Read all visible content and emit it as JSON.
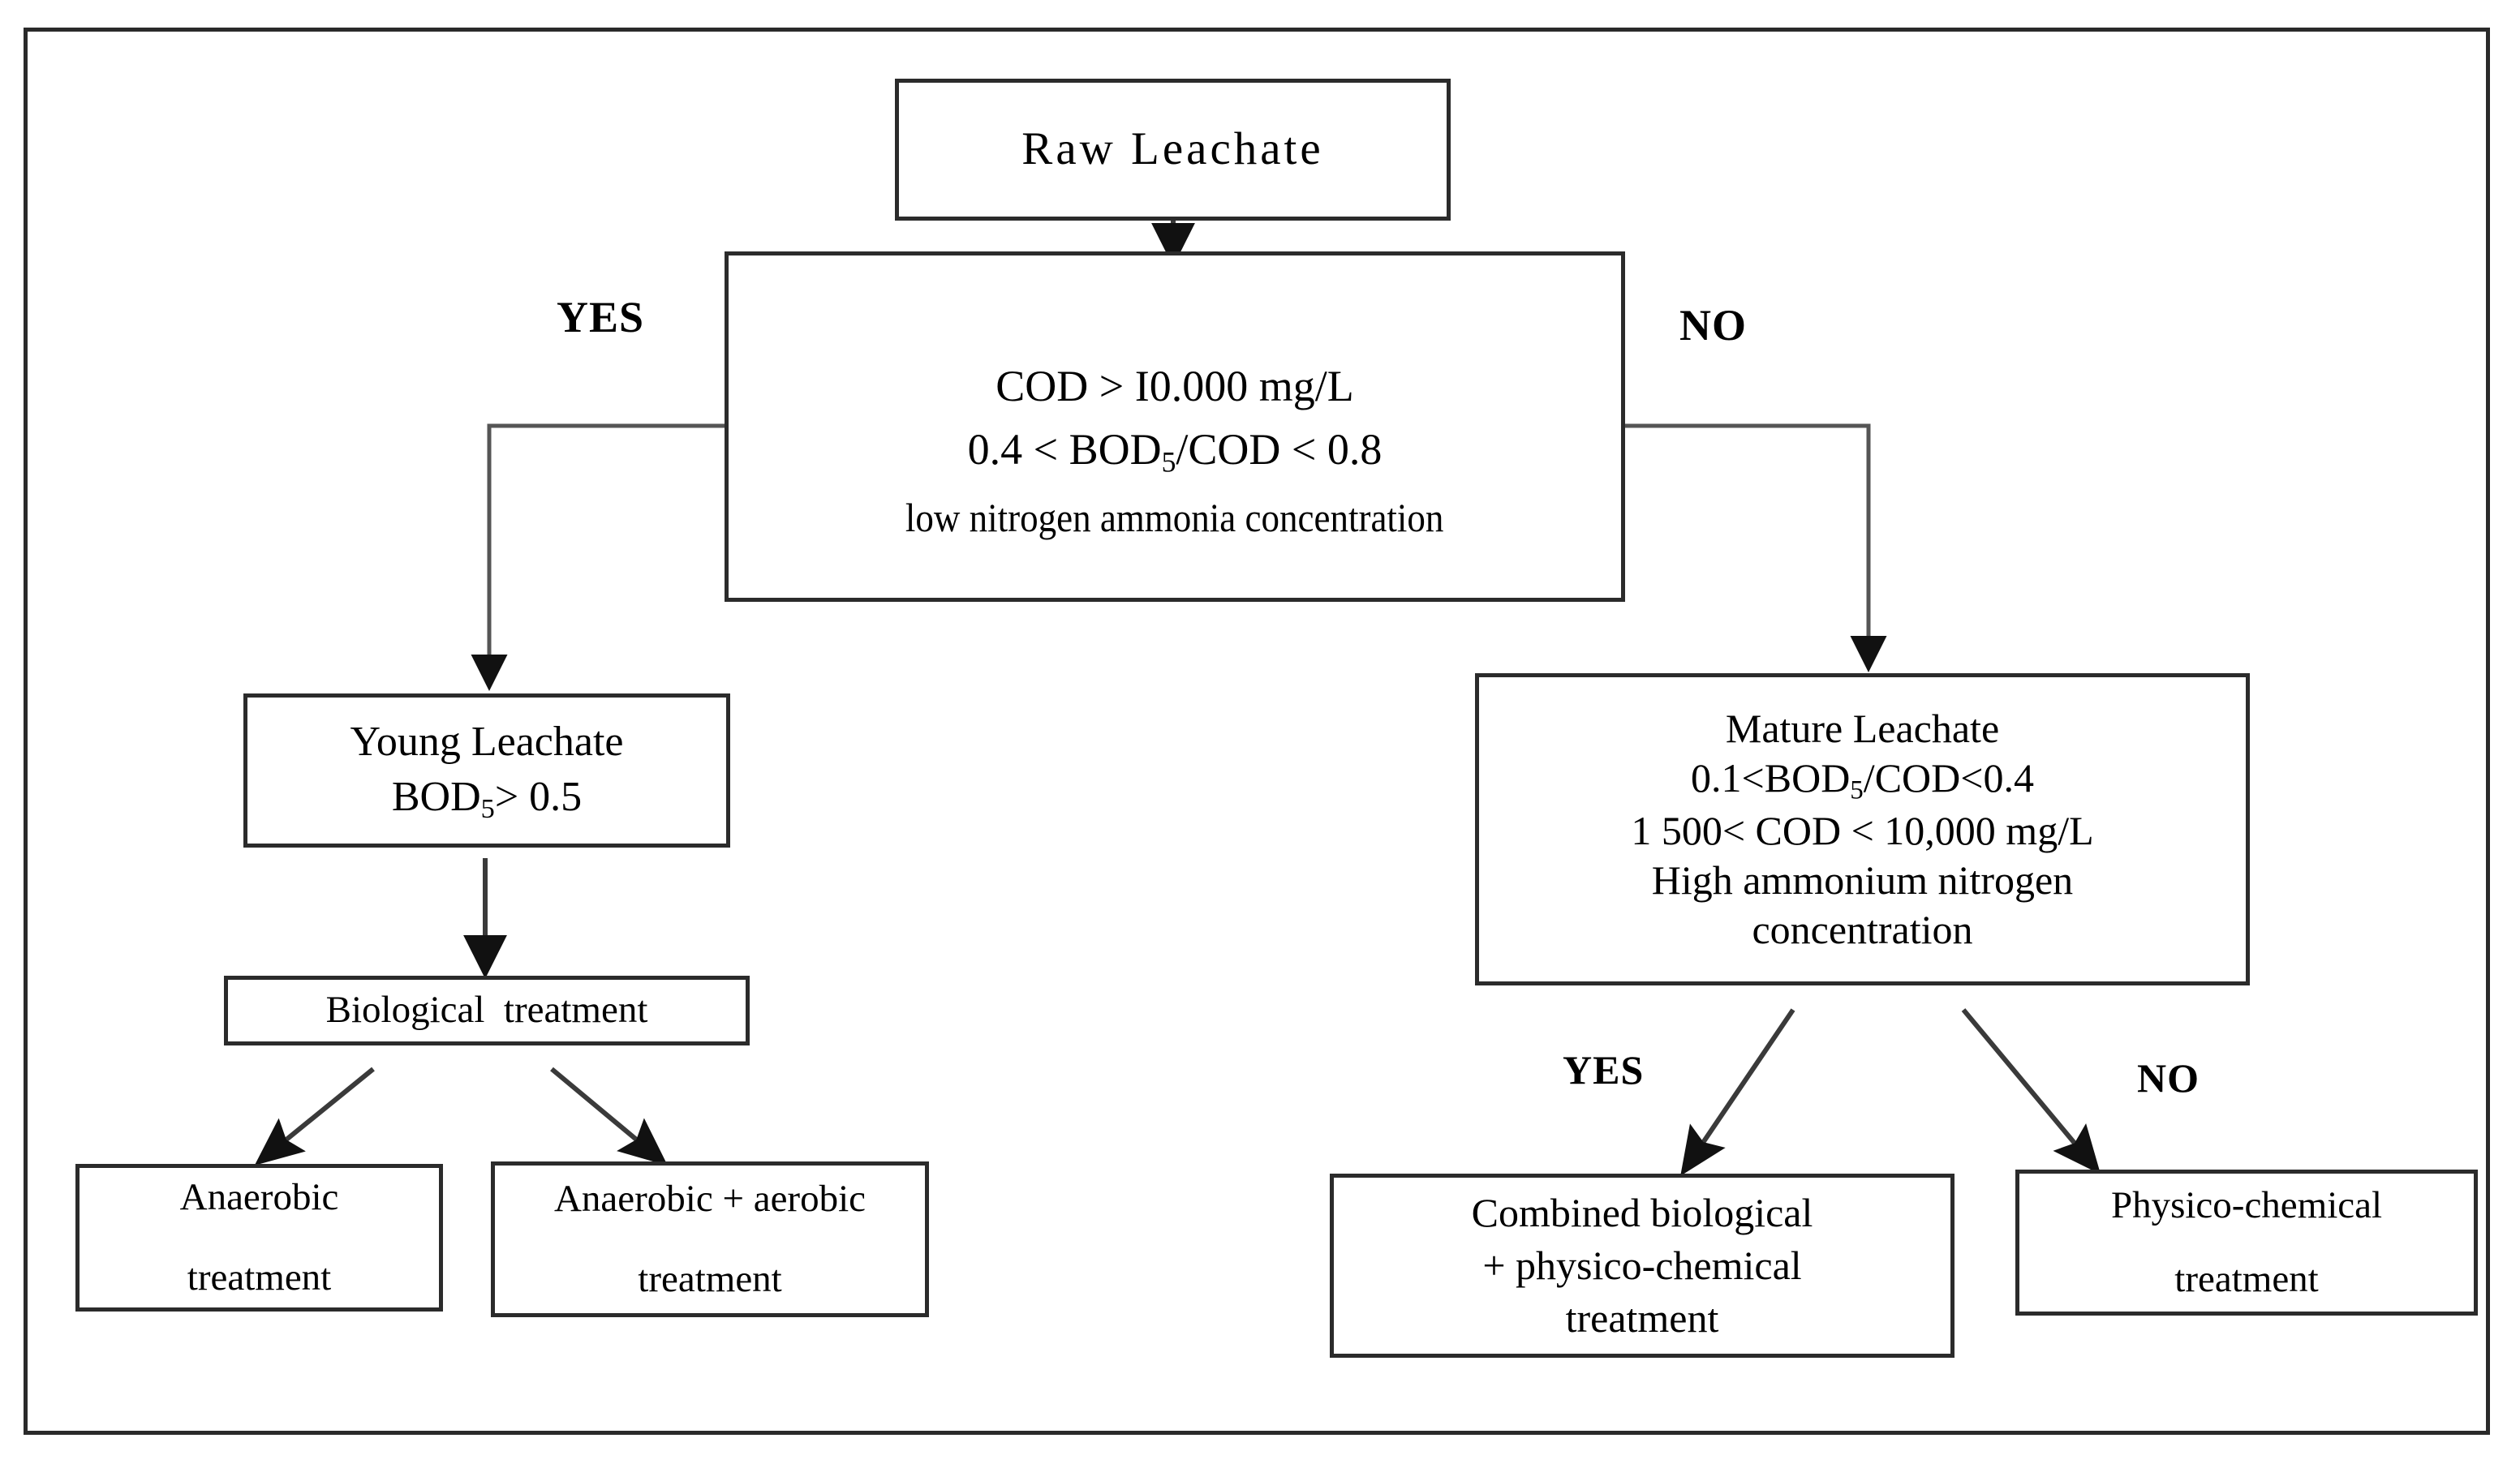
{
  "diagram": {
    "title": "Leachate treatment selection flowchart",
    "stroke_color": "#2b2b2b",
    "background_color": "#ffffff",
    "text_color": "#000000"
  },
  "nodes": {
    "raw": {
      "label": "Raw Leachate"
    },
    "decision": {
      "cond1": "COD > I0.000 mg/L",
      "cond2_a": "0.4 < BOD",
      "cond2_sub": "5",
      "cond2_b": "/COD < 0.8",
      "cond3": "low nitrogen ammonia concentration"
    },
    "young": {
      "title": "Young Leachate",
      "cond_a": "BOD",
      "cond_sub": "5",
      "cond_b": "> 0.5"
    },
    "mature": {
      "title": "Mature Leachate",
      "cond1_a": "0.1<BOD",
      "cond1_sub": "5",
      "cond1_b": "/COD<0.4",
      "cond2": "1 500< COD < 10,000 mg/L",
      "cond3": "High ammonium nitrogen",
      "cond4": "concentration"
    },
    "biological": {
      "label": "Biological  treatment"
    },
    "anaerobic": {
      "line1": "Anaerobic",
      "line2": "treatment"
    },
    "anaerobic_aerobic": {
      "line1": "Anaerobic + aerobic",
      "line2": "treatment"
    },
    "combined": {
      "line1": "Combined biological",
      "line2": "+ physico-chemical",
      "line3": "treatment"
    },
    "physico": {
      "line1": "Physico-chemical",
      "line2": "treatment"
    }
  },
  "branch_labels": {
    "yes_top": "YES",
    "no_top": "NO",
    "yes_bottom": "YES",
    "no_bottom": "NO"
  },
  "edges": [
    {
      "name": "raw-to-decision",
      "from": "raw",
      "to": "decision",
      "kind": "straight-down"
    },
    {
      "name": "decision-yes-to-young",
      "from": "decision",
      "to": "young",
      "kind": "elbow-left",
      "label": "YES"
    },
    {
      "name": "decision-no-to-mature",
      "from": "decision",
      "to": "mature",
      "kind": "elbow-right",
      "label": "NO"
    },
    {
      "name": "young-to-biological",
      "from": "young",
      "to": "biological",
      "kind": "straight-down"
    },
    {
      "name": "biological-to-anaerobic",
      "from": "biological",
      "to": "anaerobic",
      "kind": "diagonal-left"
    },
    {
      "name": "biological-to-anaerobic-aerobic",
      "from": "biological",
      "to": "anaerobic_aerobic",
      "kind": "diagonal-right"
    },
    {
      "name": "mature-yes-to-combined",
      "from": "mature",
      "to": "combined",
      "kind": "diagonal-left",
      "label": "YES"
    },
    {
      "name": "mature-no-to-physico",
      "from": "mature",
      "to": "physico",
      "kind": "diagonal-right",
      "label": "NO"
    }
  ]
}
